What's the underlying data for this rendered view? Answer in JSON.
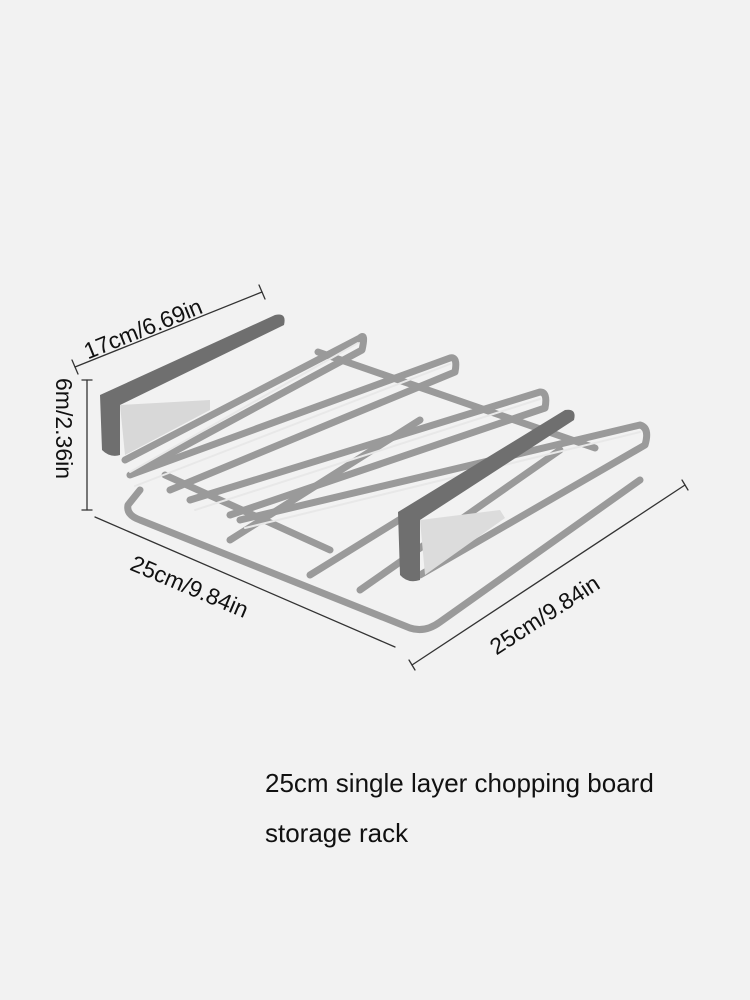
{
  "dimensions": {
    "depth": "17cm/6.69in",
    "height": "6m/2.36in",
    "width_left": "25cm/9.84in",
    "width_right": "25cm/9.84in"
  },
  "caption": {
    "line1": "25cm single layer chopping board",
    "line2": "storage rack"
  },
  "colors": {
    "background": "#f2f2f2",
    "metal": "#8a8a8a"
  }
}
